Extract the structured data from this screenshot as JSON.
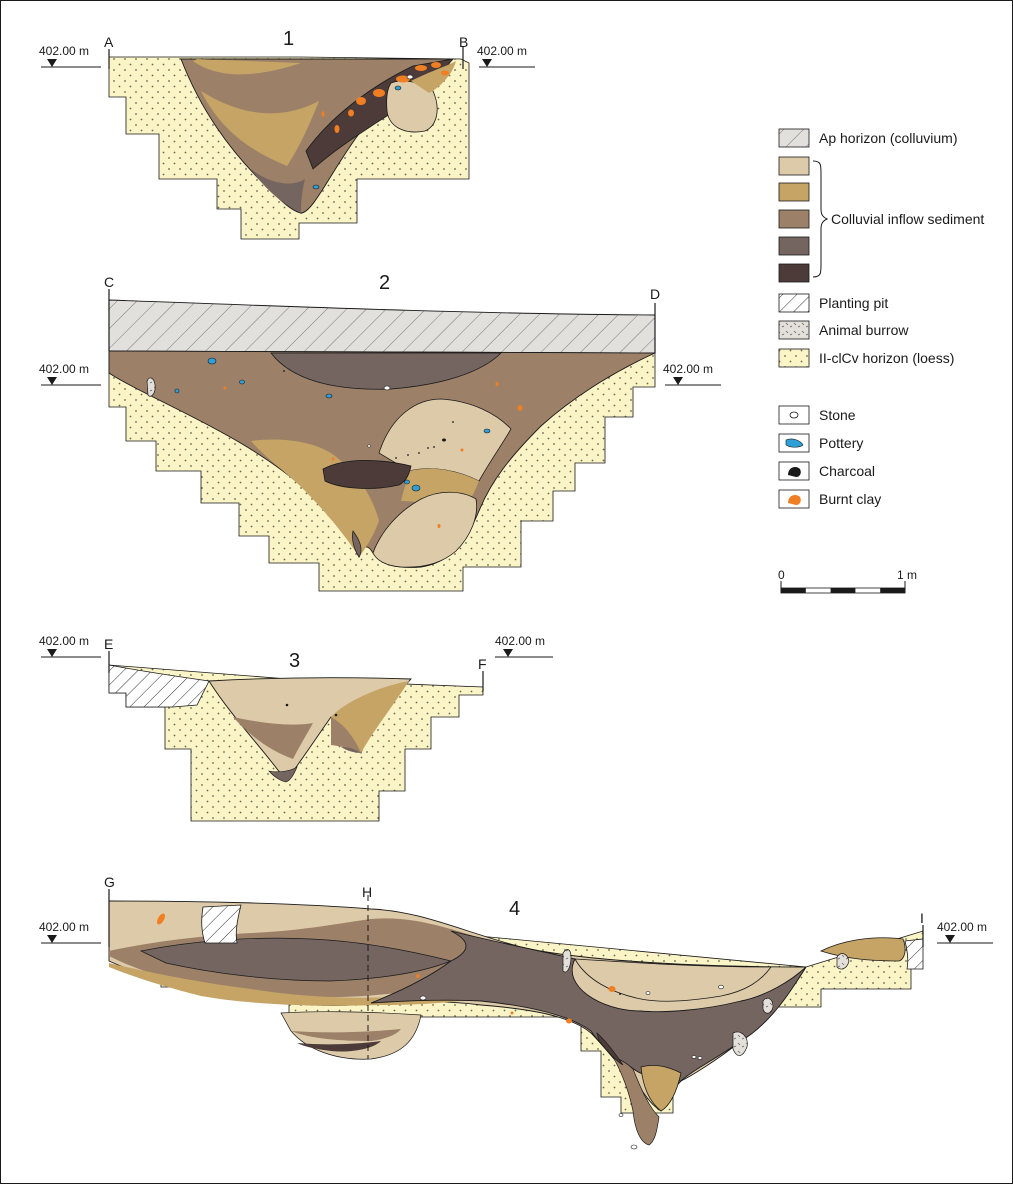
{
  "colors": {
    "loess": "#fbf4c6",
    "sed1": "#ddcaa8",
    "sed2": "#c5a466",
    "sed3": "#9c8168",
    "sed4": "#756561",
    "sed5": "#4c3b38",
    "pottery": "#2f9fd8",
    "burnt_clay": "#f07e22",
    "line": "#1a1a1a"
  },
  "profiles": [
    {
      "number": "1",
      "left_point": "A",
      "right_point": "B",
      "level_left": "402.00 m",
      "level_right": "402.00 m"
    },
    {
      "number": "2",
      "left_point": "C",
      "right_point": "D",
      "level_left": "402.00 m",
      "level_right": "402.00 m"
    },
    {
      "number": "3",
      "left_point": "E",
      "right_point": "F",
      "level_left": "402.00 m",
      "level_right": "402.00 m"
    },
    {
      "number": "4",
      "left_point": "G",
      "mid_point": "H",
      "right_point": "I",
      "level_left": "402.00 m",
      "level_right": "402.00 m"
    }
  ],
  "legend": {
    "ap_horizon": "Ap horizon (colluvium)",
    "colluvial_inflow": "Colluvial inflow sediment",
    "planting_pit": "Planting pit",
    "animal_burrow": "Animal burrow",
    "loess": "II-clCv horizon (loess)",
    "stone": "Stone",
    "pottery": "Pottery",
    "charcoal": "Charcoal",
    "burnt_clay": "Burnt clay"
  },
  "scale": {
    "start": "0",
    "end": "1 m"
  }
}
